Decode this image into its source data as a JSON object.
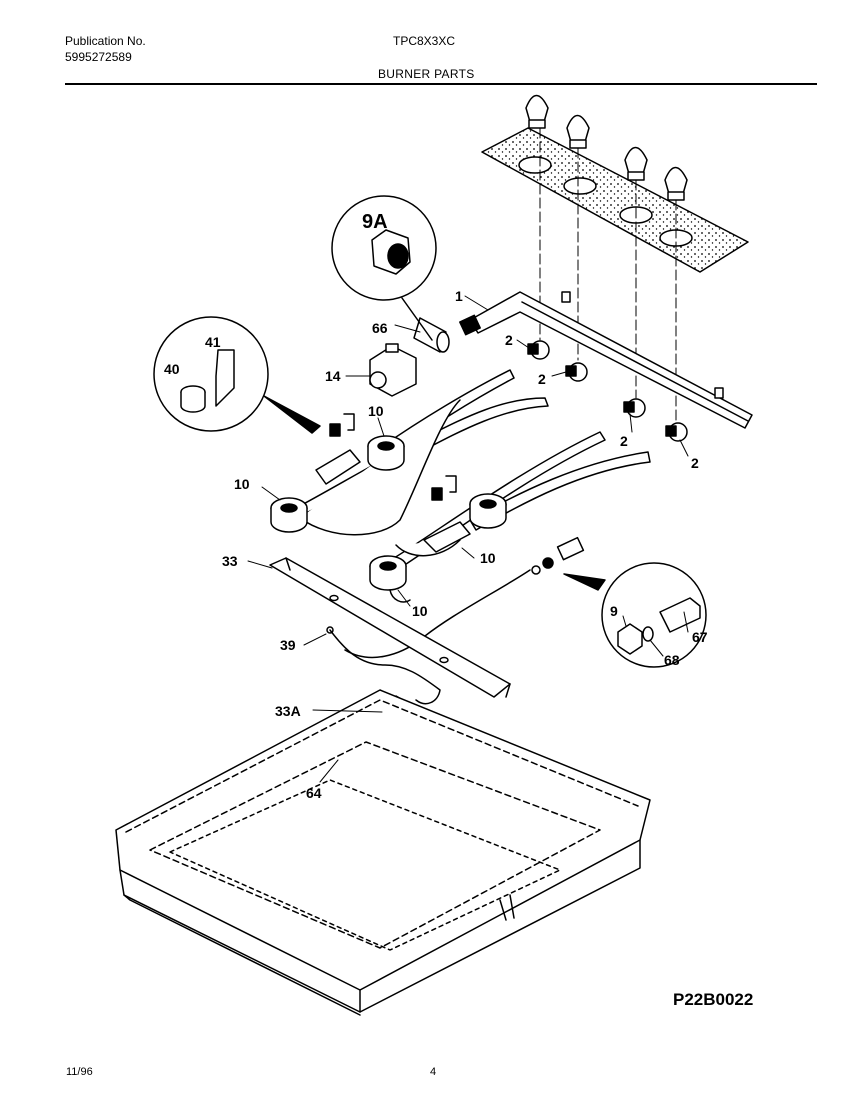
{
  "header": {
    "publication_label": "Publication No.",
    "publication_number": "5995272589",
    "model": "TPC8X3XC",
    "section_title": "BURNER  PARTS"
  },
  "footer": {
    "date": "11/96",
    "page": "4"
  },
  "diagram_code": "P22B0022",
  "callouts": {
    "c1": "1",
    "c2a": "2",
    "c2b": "2",
    "c2c": "2",
    "c2d": "2",
    "c9": "9",
    "c9a": "9A",
    "c10a": "10",
    "c10b": "10",
    "c10c": "10",
    "c10d": "10",
    "c14": "14",
    "c33": "33",
    "c33a": "33A",
    "c39": "39",
    "c40": "40",
    "c41": "41",
    "c64": "64",
    "c66": "66",
    "c67": "67",
    "c68": "68"
  }
}
